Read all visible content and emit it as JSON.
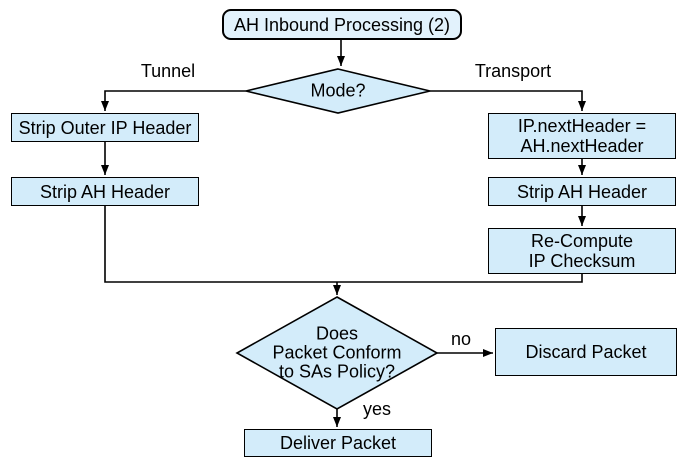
{
  "diagram": {
    "title": "AH Inbound Processing (2)",
    "nodes": {
      "start": {
        "type": "terminator",
        "label": "AH Inbound Processing (2)"
      },
      "mode": {
        "type": "decision",
        "label": "Mode?"
      },
      "strip_outer_ip": {
        "type": "process",
        "label": "Strip Outer IP Header"
      },
      "strip_ah_tunnel": {
        "type": "process",
        "label": "Strip AH Header"
      },
      "set_next_header": {
        "type": "process",
        "label": "IP.nextHeader =\nAH.nextHeader"
      },
      "strip_ah_transport": {
        "type": "process",
        "label": "Strip AH Header"
      },
      "recompute_checksum": {
        "type": "process",
        "label": "Re-Compute\nIP Checksum"
      },
      "policy_check": {
        "type": "decision",
        "label": "Does\nPacket Conform\nto SAs Policy?"
      },
      "discard": {
        "type": "process",
        "label": "Discard Packet"
      },
      "deliver": {
        "type": "process",
        "label": "Deliver Packet"
      }
    },
    "edges": [
      {
        "from": "start",
        "to": "mode",
        "label": ""
      },
      {
        "from": "mode",
        "to": "strip_outer_ip",
        "label": "Tunnel"
      },
      {
        "from": "mode",
        "to": "set_next_header",
        "label": "Transport"
      },
      {
        "from": "strip_outer_ip",
        "to": "strip_ah_tunnel",
        "label": ""
      },
      {
        "from": "strip_ah_tunnel",
        "to": "policy_check",
        "label": ""
      },
      {
        "from": "set_next_header",
        "to": "strip_ah_transport",
        "label": ""
      },
      {
        "from": "strip_ah_transport",
        "to": "recompute_checksum",
        "label": ""
      },
      {
        "from": "recompute_checksum",
        "to": "policy_check",
        "label": ""
      },
      {
        "from": "policy_check",
        "to": "discard",
        "label": "no"
      },
      {
        "from": "policy_check",
        "to": "deliver",
        "label": "yes"
      }
    ],
    "colors": {
      "background": "#ffffff",
      "node_fill": "#d3ecfa",
      "terminal_fill": "#e2f2fc",
      "line": "#000000",
      "text": "#000000"
    }
  }
}
